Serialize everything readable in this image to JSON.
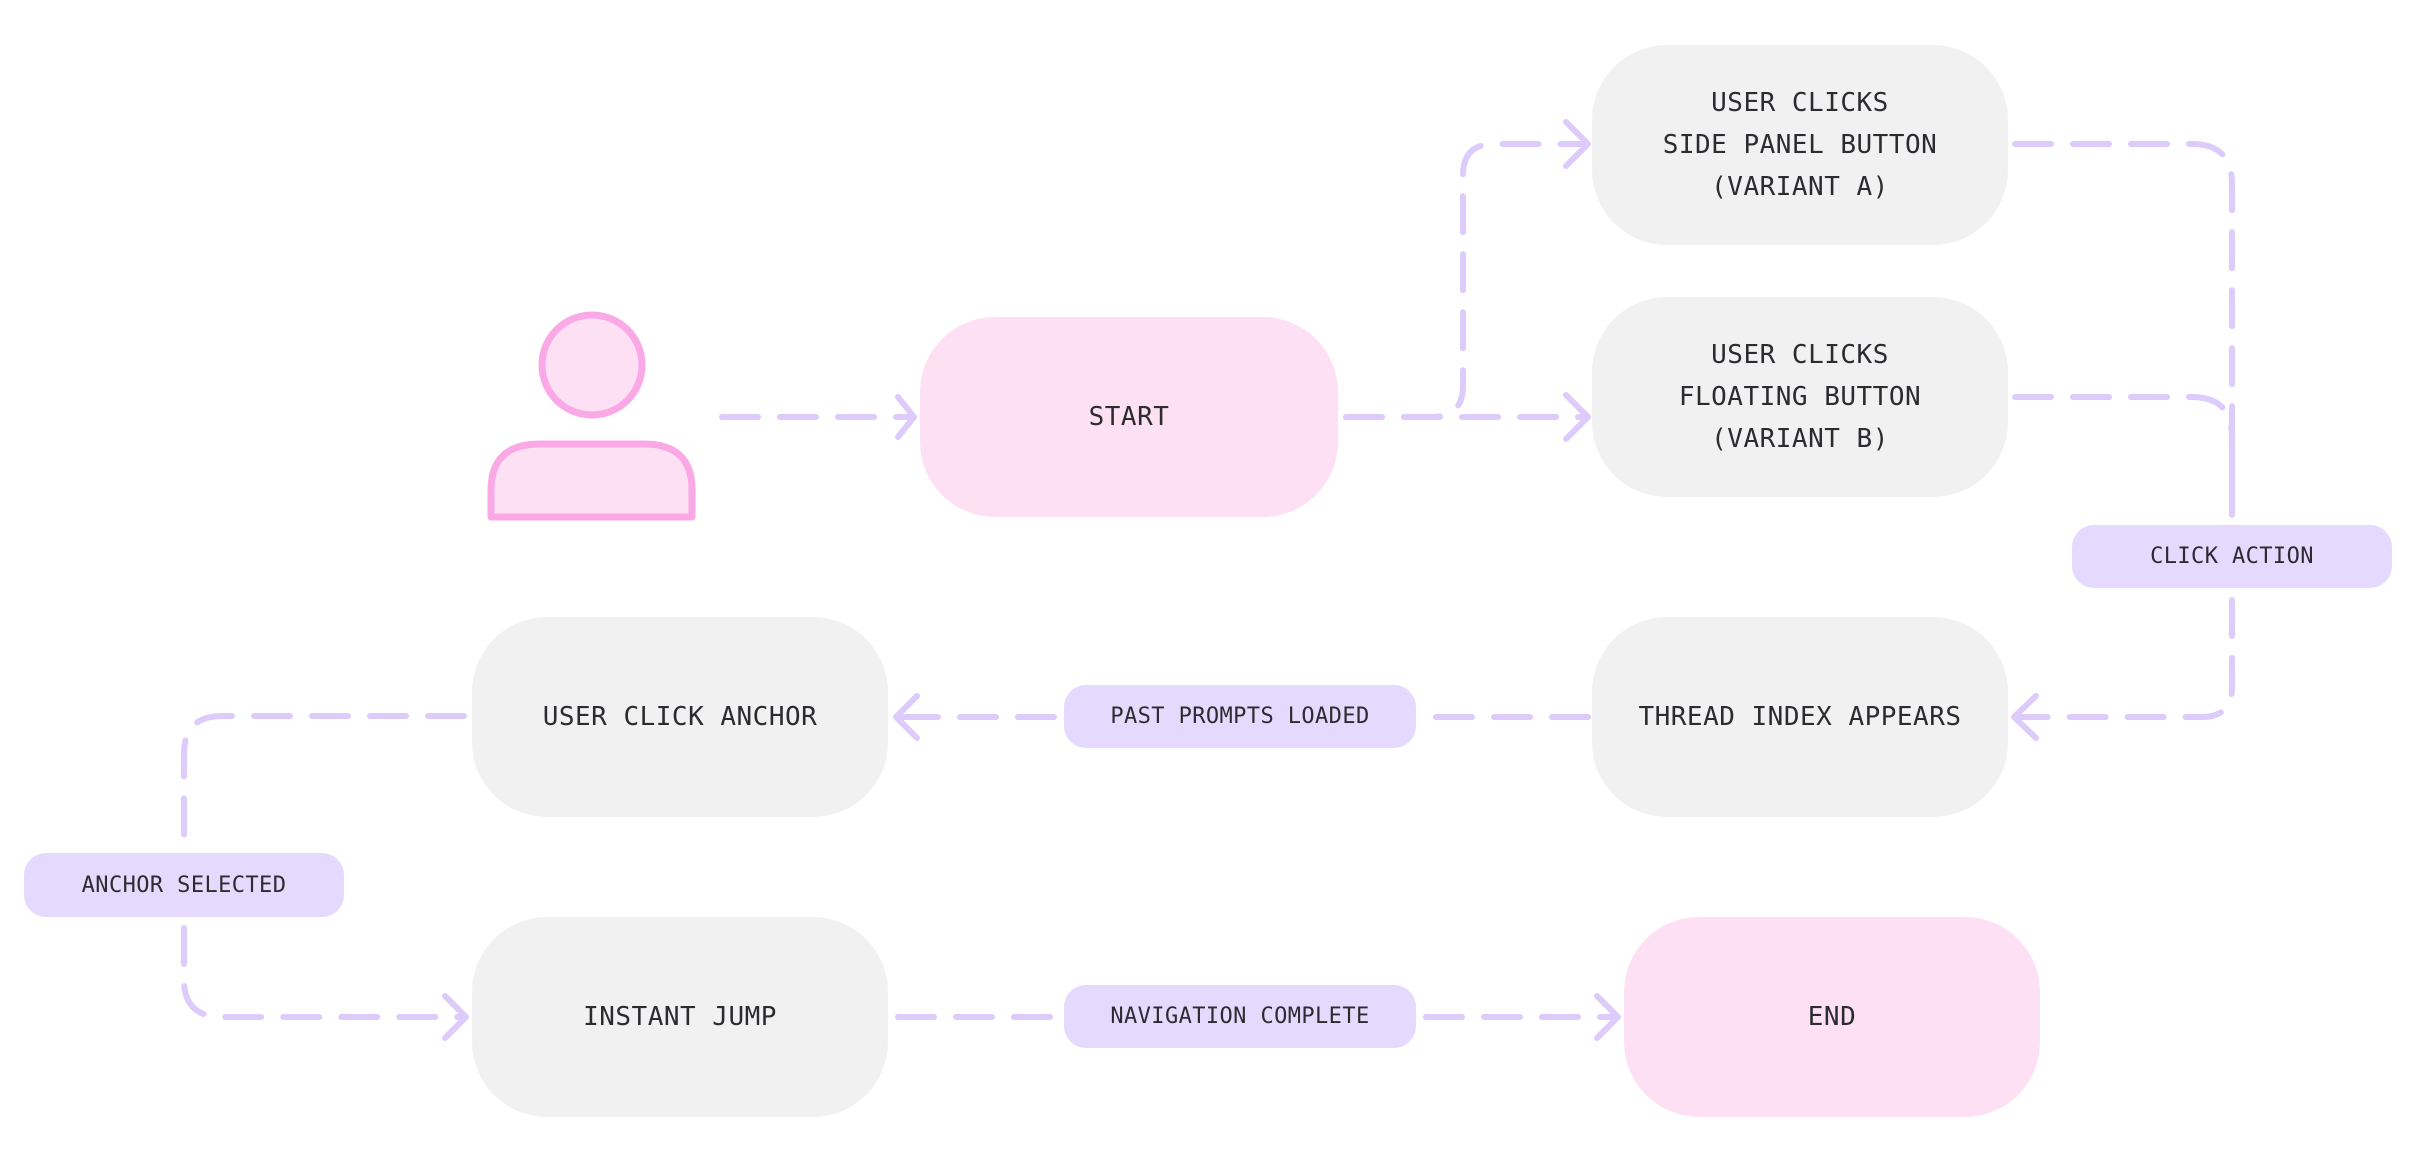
{
  "diagram": {
    "actor": {
      "icon": "user-icon",
      "label": ""
    },
    "nodes": {
      "start": "START",
      "variant_a": "USER CLICKS\nSIDE PANEL BUTTON\n(VARIANT A)",
      "variant_b": "USER CLICKS\nFLOATING BUTTON\n(VARIANT B)",
      "thread_index": "THREAD INDEX APPEARS",
      "user_click_anchor": "USER CLICK ANCHOR",
      "instant_jump": "INSTANT JUMP",
      "end": "END"
    },
    "edge_labels": {
      "click_action": "CLICK ACTION",
      "past_prompts_loaded": "PAST PROMPTS LOADED",
      "anchor_selected": "ANCHOR SELECTED",
      "navigation_complete": "NAVIGATION COMPLETE"
    },
    "colors": {
      "terminal_fill": "#fde0f4",
      "step_fill": "#f1f1f1",
      "label_fill": "#e5dafd",
      "connector": "#dccbfb",
      "actor_stroke": "#fba8e6",
      "text": "#2b2b30"
    }
  }
}
